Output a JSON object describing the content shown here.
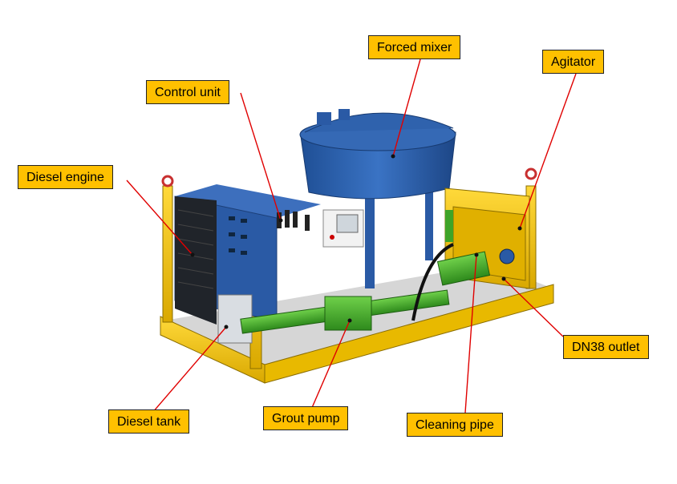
{
  "labels": {
    "forced_mixer": "Forced mixer",
    "agitator": "Agitator",
    "control_unit": "Control unit",
    "diesel_engine": "Diesel engine",
    "dn38_outlet": "DN38 outlet",
    "diesel_tank": "Diesel tank",
    "grout_pump": "Grout pump",
    "cleaning_pipe": "Cleaning pipe"
  },
  "colors": {
    "label_fill": "#ffc000",
    "leader_line": "#e00000",
    "frame_yellow": "#f2c400",
    "mixer_blue": "#2e5fa8",
    "pump_green": "#4caf2a"
  },
  "icons": [
    "wrench-free diagram of grout station"
  ]
}
